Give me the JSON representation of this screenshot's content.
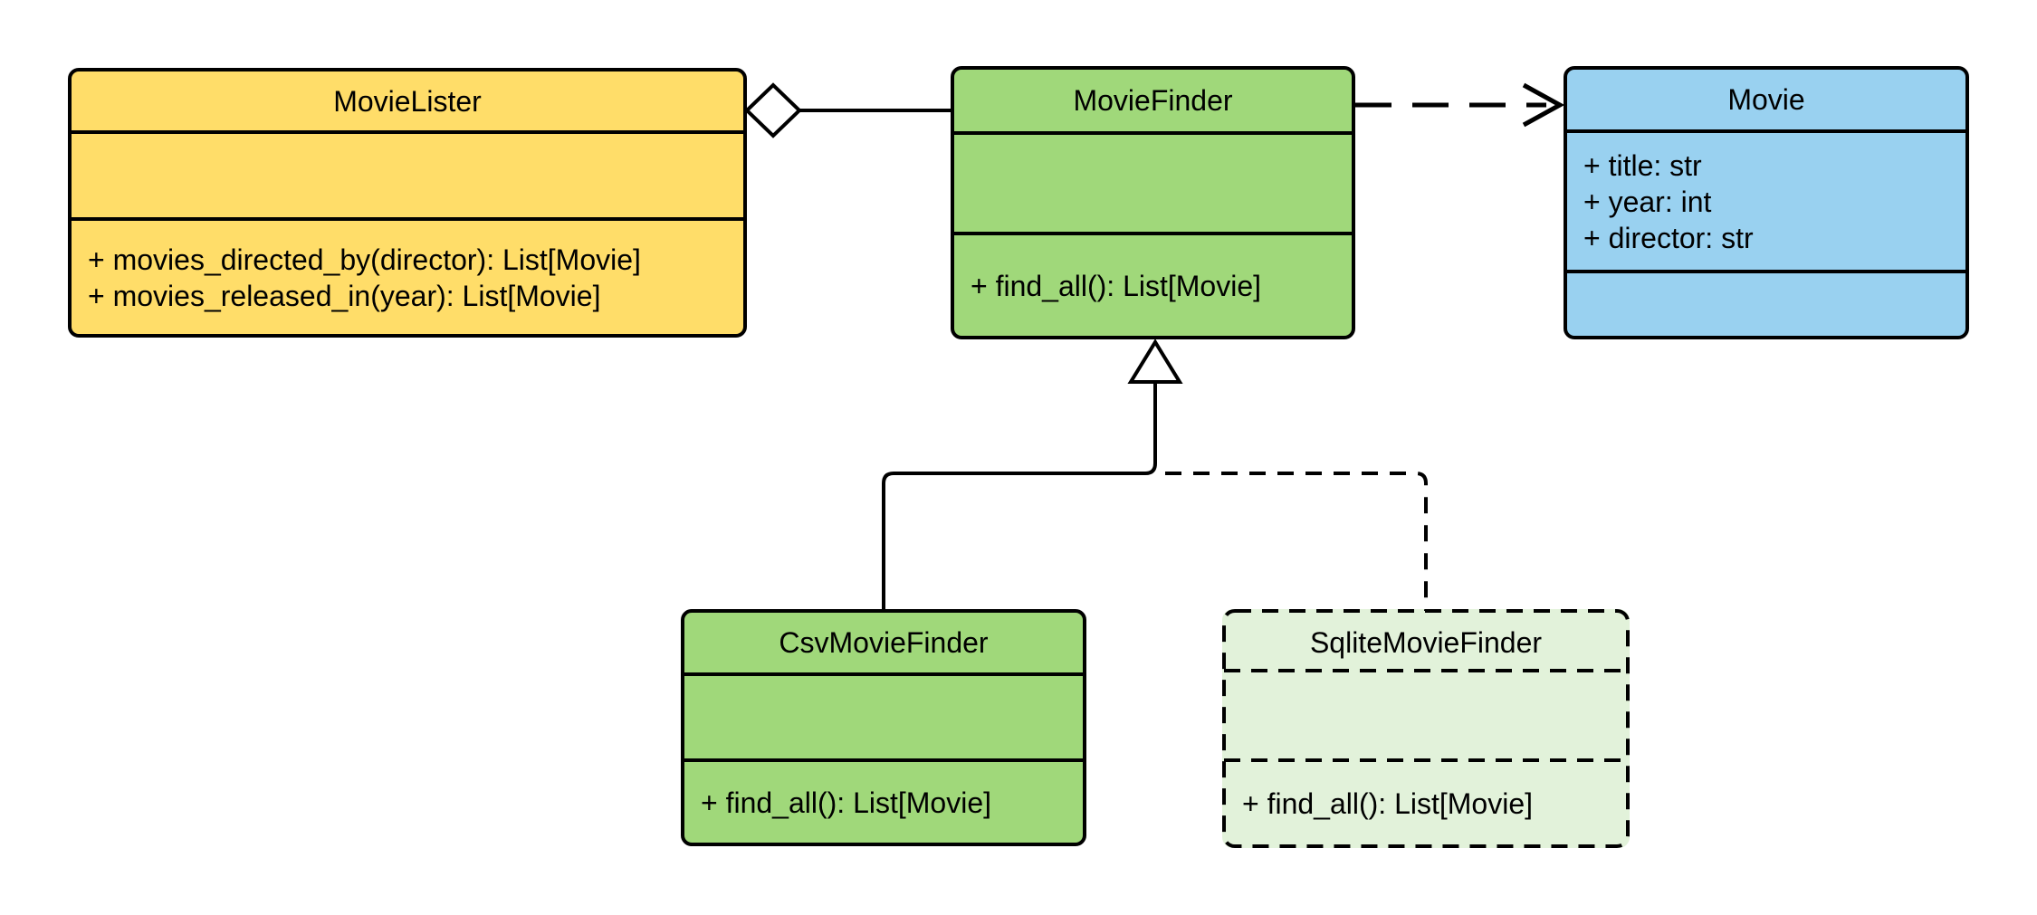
{
  "diagram": {
    "kind": "uml-class-diagram",
    "colors": {
      "stroke": "#000000",
      "background": "#FFFFFF",
      "yellow_class": "#FFDD69",
      "green_class": "#A0D87A",
      "blue_class": "#99D1F0",
      "light_green_class": "#E2F2DA"
    },
    "classes": {
      "movie_lister": {
        "name": "MovieLister",
        "attributes": [],
        "methods": [
          "+ movies_directed_by(director): List[Movie]",
          "+ movies_released_in(year): List[Movie]"
        ],
        "fill": "#FFDD69"
      },
      "movie_finder": {
        "name": "MovieFinder",
        "attributes": [],
        "methods": [
          "+ find_all(): List[Movie]"
        ],
        "fill": "#A0D87A"
      },
      "movie": {
        "name": "Movie",
        "attributes": [
          "+ title: str",
          "+ year: int",
          "+ director: str"
        ],
        "methods": [],
        "fill": "#99D1F0"
      },
      "csv_movie_finder": {
        "name": "CsvMovieFinder",
        "attributes": [],
        "methods": [
          "+ find_all(): List[Movie]"
        ],
        "fill": "#A0D87A"
      },
      "sqlite_movie_finder": {
        "name": "SqliteMovieFinder",
        "attributes": [],
        "methods": [
          "+ find_all(): List[Movie]"
        ],
        "fill": "#E2F2DA"
      }
    },
    "relations": [
      {
        "type": "aggregation",
        "from": "MovieLister",
        "to": "MovieFinder",
        "marker": "open-diamond"
      },
      {
        "type": "dependency",
        "from": "MovieFinder",
        "to": "Movie",
        "line": "dashed",
        "marker": "open-arrow"
      },
      {
        "type": "inheritance",
        "from": "CsvMovieFinder",
        "to": "MovieFinder",
        "line": "solid",
        "marker": "hollow-triangle"
      },
      {
        "type": "inheritance",
        "from": "SqliteMovieFinder",
        "to": "MovieFinder",
        "line": "dashed",
        "marker": "hollow-triangle"
      }
    ]
  }
}
